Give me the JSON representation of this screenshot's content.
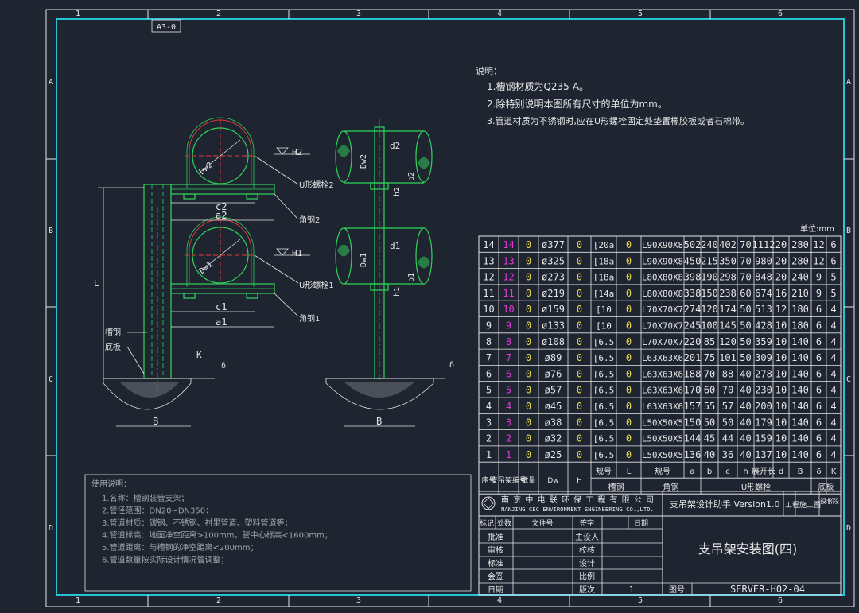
{
  "sheet_size": "A3-0",
  "border_cols": [
    "1",
    "2",
    "3",
    "4",
    "5",
    "6"
  ],
  "border_rows": [
    "A",
    "B",
    "C",
    "D"
  ],
  "notes": {
    "title": "说明：",
    "lines": [
      "1.槽钢材质为Q235-A。",
      "2.除特别说明本图所有尺寸的单位为mm。",
      "3.管道材质为不锈钢时,应在U形螺栓固定处垫置橡胶板或者石棉带。"
    ]
  },
  "unit_label": "单位:mm",
  "labels": {
    "H2": "H2",
    "H1": "H1",
    "Dw2": "Dw2",
    "Dw1": "Dw1",
    "c2": "c2",
    "a2": "a2",
    "c1": "c1",
    "a1": "a1",
    "L": "L",
    "B": "B",
    "d2": "d2",
    "d1": "d1",
    "b2": "b2",
    "h2": "h2",
    "b1": "b1",
    "h1": "h1",
    "K": "K",
    "delta": "δ",
    "ubolt2": "U形螺栓2",
    "ubolt1": "U形螺栓1",
    "angle2": "角钢2",
    "angle1": "角钢1",
    "channel": "槽钢",
    "base": "底板"
  },
  "table": {
    "rows": [
      [
        "14",
        "14",
        "0",
        "ø377",
        "0",
        "[20a",
        "0",
        "L90X90X8",
        "502",
        "240",
        "402",
        "70",
        "1112",
        "20",
        "280",
        "12",
        "6"
      ],
      [
        "13",
        "13",
        "0",
        "ø325",
        "0",
        "[18a",
        "0",
        "L90X90X8",
        "450",
        "215",
        "350",
        "70",
        "980",
        "20",
        "280",
        "12",
        "6"
      ],
      [
        "12",
        "12",
        "0",
        "ø273",
        "0",
        "[18a",
        "0",
        "L80X80X8",
        "398",
        "190",
        "298",
        "70",
        "848",
        "20",
        "240",
        "9",
        "5"
      ],
      [
        "11",
        "11",
        "0",
        "ø219",
        "0",
        "[14a",
        "0",
        "L80X80X8",
        "338",
        "150",
        "238",
        "60",
        "674",
        "16",
        "210",
        "9",
        "5"
      ],
      [
        "10",
        "10",
        "0",
        "ø159",
        "0",
        "[10",
        "0",
        "L70X70X7",
        "274",
        "120",
        "174",
        "50",
        "513",
        "12",
        "180",
        "6",
        "4"
      ],
      [
        "9",
        "9",
        "0",
        "ø133",
        "0",
        "[10",
        "0",
        "L70X70X7",
        "245",
        "100",
        "145",
        "50",
        "428",
        "10",
        "180",
        "6",
        "4"
      ],
      [
        "8",
        "8",
        "0",
        "ø108",
        "0",
        "[6.5",
        "0",
        "L70X70X7",
        "220",
        "85",
        "120",
        "50",
        "359",
        "10",
        "140",
        "6",
        "4"
      ],
      [
        "7",
        "7",
        "0",
        "ø89",
        "0",
        "[6.5",
        "0",
        "L63X63X6",
        "201",
        "75",
        "101",
        "50",
        "309",
        "10",
        "140",
        "6",
        "4"
      ],
      [
        "6",
        "6",
        "0",
        "ø76",
        "0",
        "[6.5",
        "0",
        "L63X63X6",
        "188",
        "70",
        "88",
        "40",
        "278",
        "10",
        "140",
        "6",
        "4"
      ],
      [
        "5",
        "5",
        "0",
        "ø57",
        "0",
        "[6.5",
        "0",
        "L63X63X6",
        "170",
        "60",
        "70",
        "40",
        "230",
        "10",
        "140",
        "6",
        "4"
      ],
      [
        "4",
        "4",
        "0",
        "ø45",
        "0",
        "[6.5",
        "0",
        "L63X63X6",
        "157",
        "55",
        "57",
        "40",
        "200",
        "10",
        "140",
        "6",
        "4"
      ],
      [
        "3",
        "3",
        "0",
        "ø38",
        "0",
        "[6.5",
        "0",
        "L50X50X5",
        "150",
        "50",
        "50",
        "40",
        "179",
        "10",
        "140",
        "6",
        "4"
      ],
      [
        "2",
        "2",
        "0",
        "ø32",
        "0",
        "[6.5",
        "0",
        "L50X50X5",
        "144",
        "45",
        "44",
        "40",
        "159",
        "10",
        "140",
        "6",
        "4"
      ],
      [
        "1",
        "1",
        "0",
        "ø25",
        "0",
        "[6.5",
        "0",
        "L50X50X5",
        "136",
        "40",
        "36",
        "40",
        "137",
        "10",
        "140",
        "6",
        "4"
      ]
    ],
    "header1": [
      "序号",
      "支吊架编号",
      "数量",
      "Dw",
      "H",
      "规号",
      "L",
      "规号",
      "a",
      "b",
      "c",
      "h",
      "展开长",
      "d",
      "B",
      "δ",
      "K"
    ],
    "group_labels": [
      "槽钢",
      "角钢",
      "U形螺栓",
      "底板"
    ]
  },
  "company": {
    "cn": "南京中电联环保工程有限公司",
    "en": "NANJING CEC ENVIRONMENT ENGINEERING CO.,LTD."
  },
  "software": "支吊架设计助手 Version1.0",
  "project_label": "工程",
  "drawing_stage": "施工图",
  "design_stage": "设计阶段",
  "sign_header": [
    "标记",
    "处数",
    "文件号",
    "签字",
    "日期"
  ],
  "sign_roles_left": [
    "批准",
    "审核",
    "标准",
    "会签",
    "日期"
  ],
  "sign_roles_right": [
    "主设人",
    "校核",
    "设计",
    "比例",
    "版次"
  ],
  "version_value": "1",
  "drawing_no_label": "图号",
  "drawing_title": "支吊架安装图(四)",
  "drawing_no": "SERVER-H02-04",
  "usage": {
    "title": "使用说明：",
    "lines": [
      "1.名称：槽钢装管支架；",
      "2.管径范围：DN20~DN350；",
      "3.管道材质：碳钢、不锈钢、衬里管道、塑料管道等；",
      "4.管道标高：地面净空距离>100mm，管中心标高<1600mm；",
      "5.管道距离：与槽钢的净空距离<200mm；",
      "6.管道数量按实际设计情况管调整；"
    ]
  }
}
